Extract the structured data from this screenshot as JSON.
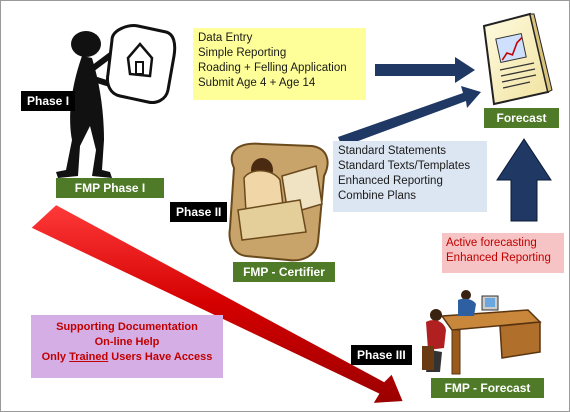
{
  "yellow_box": {
    "lines": [
      "Data Entry",
      "Simple Reporting",
      "Roading + Felling Application",
      "Submit Age 4 + Age 14"
    ]
  },
  "blue_box": {
    "lines": [
      "Standard Statements",
      "Standard Texts/Templates",
      "Enhanced Reporting",
      "Combine Plans"
    ]
  },
  "pink_box": {
    "lines": [
      "Active forecasting",
      "Enhanced Reporting"
    ]
  },
  "purple_box": {
    "line1": "Supporting Documentation",
    "line2": "On-line Help",
    "line3_prefix": "Only ",
    "line3_emphasis": "Trained",
    "line3_suffix": " Users Have Access"
  },
  "phases": {
    "phase1": "Phase I",
    "phase2": "Phase II",
    "phase3": "Phase III"
  },
  "stages": {
    "fmp_phase1": "FMP Phase I",
    "fmp_certifier": "FMP - Certifier",
    "fmp_forecast": "FMP - Forecast",
    "forecast": "Forecast"
  },
  "colors": {
    "yellow": "#ffff99",
    "blue": "#dce6f2",
    "pink": "#f6c4c4",
    "purple": "#d6aee6",
    "green_label": "#4f7a28",
    "red_arrow": "#d00000",
    "navy_arrow": "#1f3864",
    "red_text": "#c00000"
  }
}
